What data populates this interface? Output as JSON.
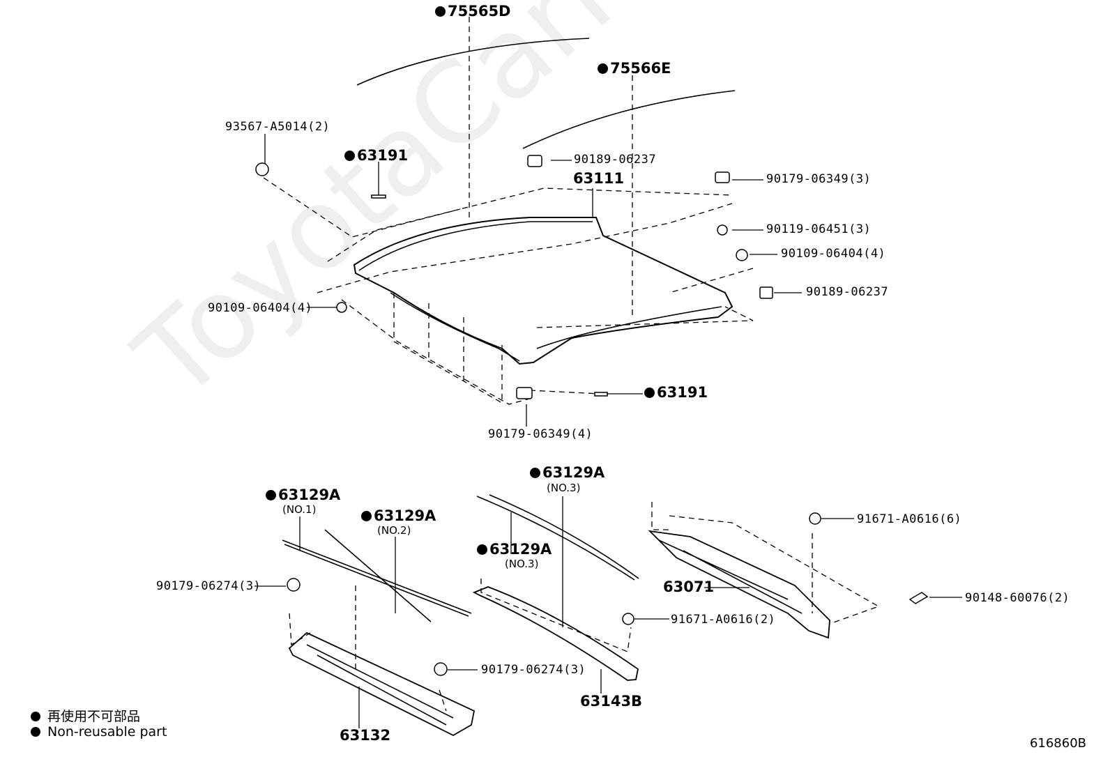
{
  "watermark": "ToyotaCarMine.ru",
  "diagram_code": "616860B",
  "legend": {
    "jp": "再使用不可部品",
    "en": "Non-reusable part"
  },
  "parts": {
    "p75565D": "75565D",
    "p75566E": "75566E",
    "p93567": "93567-A5014(2)",
    "p63191a": "63191",
    "p90189a": "90189-06237",
    "p63111": "63111",
    "p90179a": "90179-06349(3)",
    "p90119": "90119-06451(3)",
    "p90109r": "90109-06404(4)",
    "p90189b": "90189-06237",
    "p90109l": "90109-06404(4)",
    "p63191b": "63191",
    "p90179b": "90179-06349(4)",
    "p63129A_top": "63129A",
    "no3_top": "(NO.3)",
    "p63129A_1": "63129A",
    "no1": "(NO.1)",
    "p63129A_2": "63129A",
    "no2": "(NO.2)",
    "p63129A_3": "63129A",
    "no3_mid": "(NO.3)",
    "p90179c": "90179-06274(3)",
    "p90179d": "90179-06274(3)",
    "p63132": "63132",
    "p63143B": "63143B",
    "p63071": "63071",
    "p91671a": "91671-A0616(6)",
    "p91671b": "91671-A0616(2)",
    "p90148": "90148-60076(2)"
  }
}
